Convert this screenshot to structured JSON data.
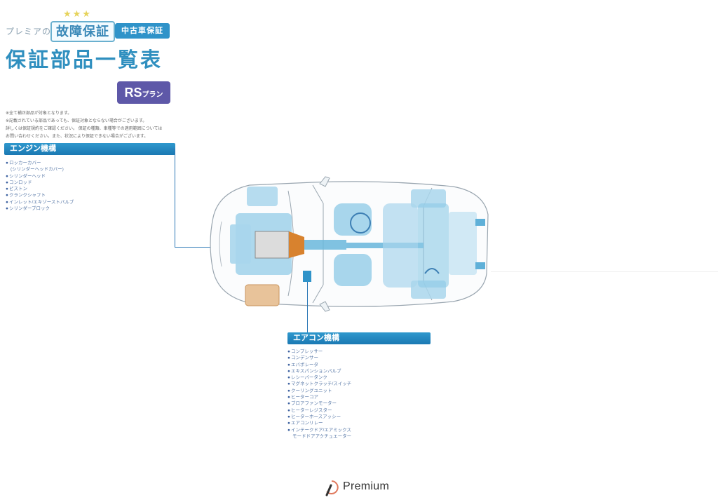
{
  "header": {
    "stars": "★★★",
    "brand_prefix": "プレミアの",
    "brand_name": "故障保証",
    "tag": "中古車保証",
    "title": "保証部品一覧表",
    "plan_main": "RS",
    "plan_sub": "プラン"
  },
  "notes": [
    "※全て補正部品が対象となります。",
    "※記載されている部品であっても、保証対象とならない場合がございます。",
    "詳しくは保証規約をご確認ください。 保証の種類、車種等での適用範囲については",
    "お問い合わせください。また、状況により保証できない場合がございます。"
  ],
  "engine": {
    "heading": "エンジン機構",
    "items": [
      {
        "label": "ロッカーカバー",
        "sub": "(シリンダーヘッドカバー)"
      },
      {
        "label": "シリンダーヘッド"
      },
      {
        "label": "コンロッド"
      },
      {
        "label": "ピストン"
      },
      {
        "label": "クランクシャフト"
      },
      {
        "label": "インレット/エキゾーストバルブ"
      },
      {
        "label": "シリンダーブロック"
      }
    ]
  },
  "aircon": {
    "heading": "エアコン機構",
    "items": [
      {
        "label": "コンプレッサー"
      },
      {
        "label": "コンデンサー"
      },
      {
        "label": "エバポレータ"
      },
      {
        "label": "エキスパンションバルブ"
      },
      {
        "label": "レシーバータンク"
      },
      {
        "label": "マグネットクラッチ/スイッチ"
      },
      {
        "label": "クーリングユニット"
      },
      {
        "label": "ヒーターコア"
      },
      {
        "label": "ブロアファンモーター"
      },
      {
        "label": "ヒーターレジスター"
      },
      {
        "label": "ヒーターホースアッシー"
      },
      {
        "label": "エアコンリレー"
      },
      {
        "label": "インテークドア/エアミックス",
        "sub": "モードドアアクチュエーター"
      }
    ]
  },
  "footer": {
    "brand": "Premium"
  },
  "colors": {
    "accent": "#2f93c9",
    "plan": "#5e58a8",
    "list_text": "#5a7aa8",
    "engine_highlight": "#e8c39a",
    "car_parts": "#8cc9e6"
  },
  "icons": [
    "star-icon",
    "premium-logo-icon",
    "car-diagram-icon",
    "bullet-icon"
  ]
}
